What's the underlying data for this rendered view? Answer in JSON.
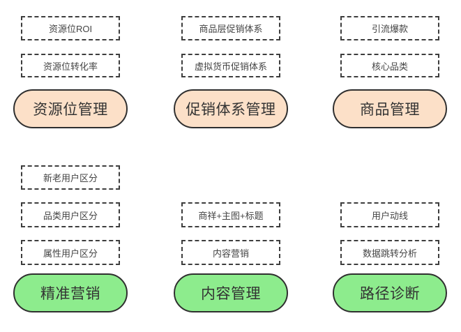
{
  "colors": {
    "orange_fill": "#fce0c8",
    "green_fill": "#8dec8d",
    "pill_border": "#2f2f2f",
    "dash_border": "#3d3d3d",
    "item_text": "#444444",
    "pill_text": "#333333"
  },
  "groups": [
    {
      "id": "resource-position-management",
      "type": "orange",
      "pill": "资源位管理",
      "items": [
        "资源位ROI",
        "资源位转化率"
      ]
    },
    {
      "id": "promotion-system-management",
      "type": "orange",
      "pill": "促销体系管理",
      "items": [
        "商品层促销体系",
        "虚拟货币促销体系"
      ]
    },
    {
      "id": "product-management",
      "type": "orange",
      "pill": "商品管理",
      "items": [
        "引流爆款",
        "核心品类"
      ]
    },
    {
      "id": "precision-marketing",
      "type": "green",
      "pill": "精准营销",
      "items": [
        "新老用户区分",
        "品类用户区分",
        "属性用户区分"
      ]
    },
    {
      "id": "content-management",
      "type": "green",
      "pill": "内容管理",
      "items": [
        "商祥+主图+标题",
        "内容营销"
      ]
    },
    {
      "id": "path-diagnosis",
      "type": "green",
      "pill": "路径诊断",
      "items": [
        "用户动线",
        "数据跳转分析"
      ]
    }
  ]
}
